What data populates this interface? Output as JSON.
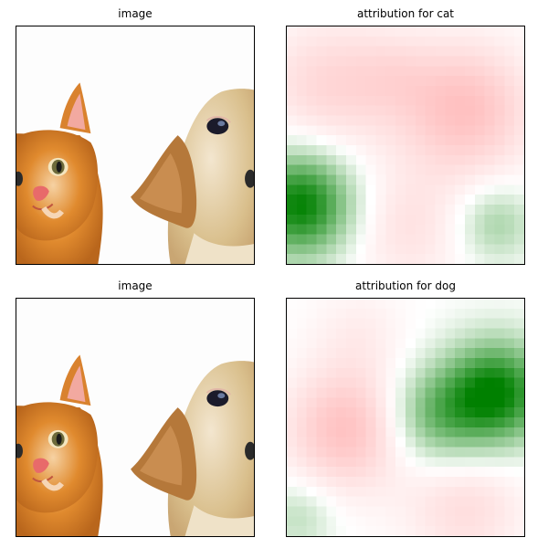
{
  "panels": [
    {
      "id": "photo-top",
      "title": "image",
      "kind": "photo"
    },
    {
      "id": "attr-cat",
      "title": "attribution for cat",
      "kind": "heatmap",
      "target": "cat"
    },
    {
      "id": "photo-bottom",
      "title": "image",
      "kind": "photo"
    },
    {
      "id": "attr-dog",
      "title": "attribution for dog",
      "kind": "heatmap",
      "target": "dog"
    }
  ],
  "colors": {
    "positive": "#008000",
    "negative": "#ff6b6b",
    "neutral": "#ffffff",
    "kitten_fur": "#e08a2e",
    "puppy_fur": "#d9bf8c",
    "puppy_ear": "#b5783a",
    "frame": "#000000"
  },
  "chart_data": [
    {
      "type": "heatmap",
      "title": "attribution for cat",
      "grid": [
        24,
        24
      ],
      "blobs": [
        {
          "cx": 0.06,
          "cy": 0.75,
          "r": 0.22,
          "sign": 1,
          "strength": 1.0
        },
        {
          "cx": 0.88,
          "cy": 0.83,
          "r": 0.16,
          "sign": 1,
          "strength": 0.35
        },
        {
          "cx": 0.75,
          "cy": 0.35,
          "r": 0.28,
          "sign": -1,
          "strength": 0.55
        },
        {
          "cx": 0.18,
          "cy": 0.25,
          "r": 0.28,
          "sign": -1,
          "strength": 0.35
        },
        {
          "cx": 0.5,
          "cy": 0.85,
          "r": 0.25,
          "sign": -1,
          "strength": 0.25
        },
        {
          "cx": 0.45,
          "cy": 0.2,
          "r": 0.18,
          "sign": -1,
          "strength": 0.15
        }
      ]
    },
    {
      "type": "heatmap",
      "title": "attribution for dog",
      "grid": [
        24,
        24
      ],
      "blobs": [
        {
          "cx": 0.88,
          "cy": 0.4,
          "r": 0.22,
          "sign": 1,
          "strength": 1.0
        },
        {
          "cx": 0.62,
          "cy": 0.5,
          "r": 0.2,
          "sign": 1,
          "strength": 0.5
        },
        {
          "cx": 0.05,
          "cy": 0.92,
          "r": 0.15,
          "sign": 1,
          "strength": 0.25
        },
        {
          "cx": 0.25,
          "cy": 0.55,
          "r": 0.25,
          "sign": -1,
          "strength": 0.55
        },
        {
          "cx": 0.75,
          "cy": 0.88,
          "r": 0.25,
          "sign": -1,
          "strength": 0.3
        },
        {
          "cx": 0.3,
          "cy": 0.15,
          "r": 0.2,
          "sign": -1,
          "strength": 0.15
        }
      ]
    }
  ]
}
